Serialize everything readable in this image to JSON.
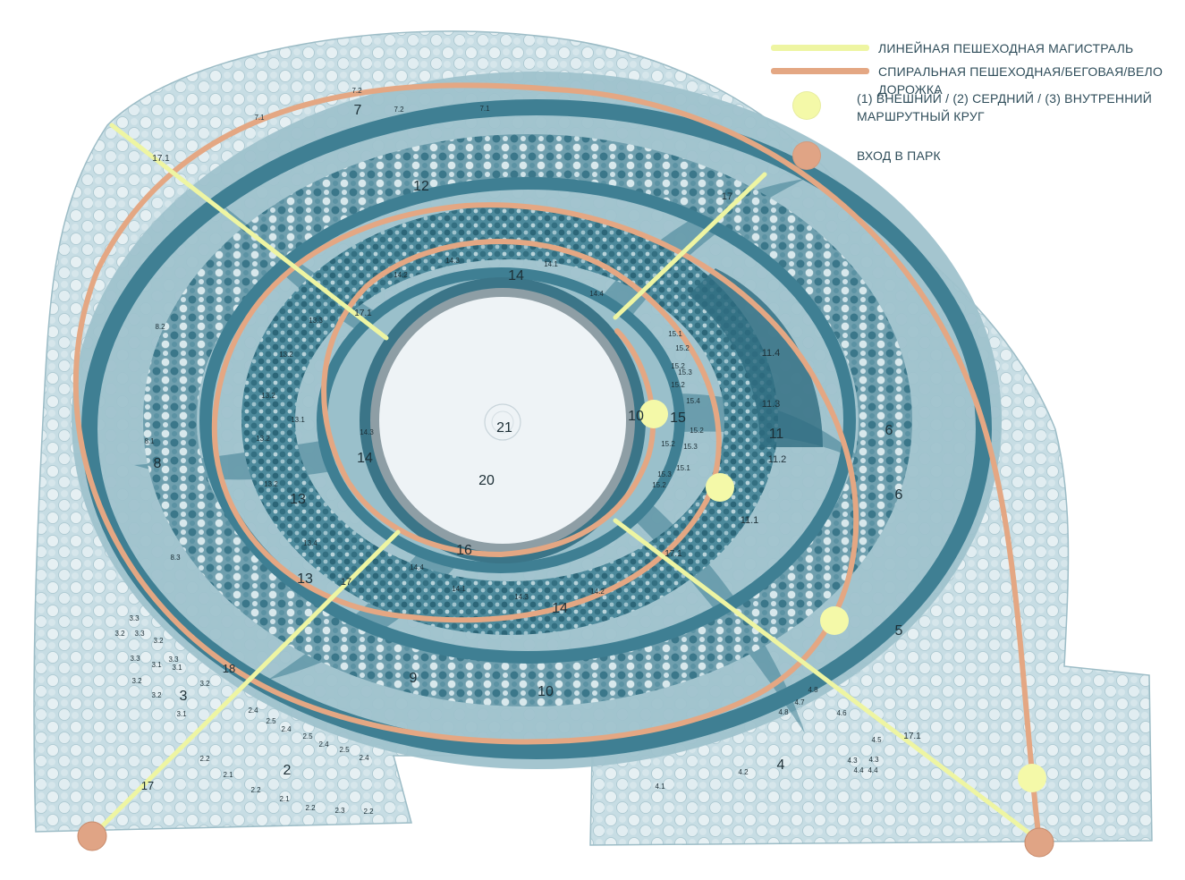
{
  "colors": {
    "background": "#ffffff",
    "park_light": "#a8c8d2",
    "park_mid": "#86b2c0",
    "band_dark": "#3f7f93",
    "band_darker": "#2e6b80",
    "tree_light": "#dbe9ee",
    "tree_dark": "#2f6f82",
    "spiral_path": "#e4a783",
    "linear_path": "#eef5a2",
    "route_circle": "#f4f9a8",
    "entrance": "#e0a485",
    "center_plaza": "#eef3f6",
    "center_ring": "#8a9aa1"
  },
  "legend": {
    "items": [
      {
        "id": "linear",
        "swatch": "line",
        "color": "#eef5a2",
        "lines": [
          "ЛИНЕЙНАЯ ПЕШЕХОДНАЯ МАГИСТРАЛЬ"
        ]
      },
      {
        "id": "spiral",
        "swatch": "line",
        "color": "#e4a783",
        "lines": [
          "СПИРАЛЬНАЯ ПЕШЕХОДНАЯ/БЕГОВАЯ/ВЕЛО ДОРОЖКА"
        ]
      },
      {
        "id": "route",
        "swatch": "dot",
        "color": "#f4f9a8",
        "lines": [
          "(1) ВНЕШНИЙ / (2) СЕРДНИЙ / (3) ВНУТРЕННИЙ",
          "МАРШРУТНЫЙ КРУГ"
        ]
      },
      {
        "id": "entrance",
        "swatch": "dot",
        "color": "#e0a485",
        "lines": [
          "ВХОД В ПАРК"
        ]
      }
    ]
  },
  "zones_large": [
    {
      "id": "z21",
      "text": "21"
    },
    {
      "id": "z20",
      "text": "20"
    },
    {
      "id": "z16",
      "text": "16"
    },
    {
      "id": "z14a",
      "text": "14"
    },
    {
      "id": "z14b",
      "text": "14"
    },
    {
      "id": "z14c",
      "text": "14"
    },
    {
      "id": "z15",
      "text": "15"
    },
    {
      "id": "z10a",
      "text": "10"
    },
    {
      "id": "z10b",
      "text": "10"
    },
    {
      "id": "z9",
      "text": "9"
    },
    {
      "id": "z13a",
      "text": "13"
    },
    {
      "id": "z13b",
      "text": "13"
    },
    {
      "id": "z12",
      "text": "12"
    },
    {
      "id": "z11",
      "text": "11"
    },
    {
      "id": "z7",
      "text": "7"
    },
    {
      "id": "z8",
      "text": "8"
    },
    {
      "id": "z6a",
      "text": "6"
    },
    {
      "id": "z6b",
      "text": "6"
    },
    {
      "id": "z5",
      "text": "5"
    },
    {
      "id": "z4",
      "text": "4"
    },
    {
      "id": "z3",
      "text": "3"
    },
    {
      "id": "z2",
      "text": "2"
    },
    {
      "id": "z17a",
      "text": "17"
    },
    {
      "id": "z17b",
      "text": "17"
    },
    {
      "id": "z17c",
      "text": "17"
    },
    {
      "id": "z18",
      "text": "18"
    }
  ],
  "zones_small": [
    {
      "id": "s7_1a",
      "text": "7.1"
    },
    {
      "id": "s7_2a",
      "text": "7.2"
    },
    {
      "id": "s7_2b",
      "text": "7.2"
    },
    {
      "id": "s7_1b",
      "text": "7.1"
    },
    {
      "id": "s8_2",
      "text": "8.2"
    },
    {
      "id": "s8_1",
      "text": "8.1"
    },
    {
      "id": "s8_3",
      "text": "8.3"
    },
    {
      "id": "s13_3",
      "text": "13.3"
    },
    {
      "id": "s13_2a",
      "text": "13.2"
    },
    {
      "id": "s13_2b",
      "text": "13.2"
    },
    {
      "id": "s13_1",
      "text": "13.1"
    },
    {
      "id": "s13_2c",
      "text": "13.2"
    },
    {
      "id": "s13_2d",
      "text": "13.2"
    },
    {
      "id": "s13_4",
      "text": "13.4"
    },
    {
      "id": "s14_2a",
      "text": "14.2"
    },
    {
      "id": "s14_3a",
      "text": "14.3"
    },
    {
      "id": "s14_1a",
      "text": "14.1"
    },
    {
      "id": "s14_4a",
      "text": "14.4"
    },
    {
      "id": "s14_3b",
      "text": "14.3"
    },
    {
      "id": "s14_4b",
      "text": "14.4"
    },
    {
      "id": "s14_1b",
      "text": "14.1"
    },
    {
      "id": "s14_3c",
      "text": "14.3"
    },
    {
      "id": "s14_2b",
      "text": "14.2"
    },
    {
      "id": "s15_1a",
      "text": "15.1"
    },
    {
      "id": "s15_2a",
      "text": "15.2"
    },
    {
      "id": "s15_2b",
      "text": "15.2"
    },
    {
      "id": "s15_3a",
      "text": "15.3"
    },
    {
      "id": "s15_2c",
      "text": "15.2"
    },
    {
      "id": "s15_4",
      "text": "15.4"
    },
    {
      "id": "s15_2d",
      "text": "15.2"
    },
    {
      "id": "s15_2e",
      "text": "15.2"
    },
    {
      "id": "s15_3b",
      "text": "15.3"
    },
    {
      "id": "s15_1b",
      "text": "15.1"
    },
    {
      "id": "s15_3c",
      "text": "15.3"
    },
    {
      "id": "s15_2f",
      "text": "15.2"
    },
    {
      "id": "s11_4",
      "text": "11.4"
    },
    {
      "id": "s11_3",
      "text": "11.3"
    },
    {
      "id": "s11_2",
      "text": "11.2"
    },
    {
      "id": "s11_1",
      "text": "11.1"
    },
    {
      "id": "s17_1a",
      "text": "17.1"
    },
    {
      "id": "s17_1b",
      "text": "17.1"
    },
    {
      "id": "s17_1c",
      "text": "17.1"
    },
    {
      "id": "s17_1d",
      "text": "17.1"
    },
    {
      "id": "s4_8a",
      "text": "4.8"
    },
    {
      "id": "s4_7",
      "text": "4.7"
    },
    {
      "id": "s4_8b",
      "text": "4.8"
    },
    {
      "id": "s4_6",
      "text": "4.6"
    },
    {
      "id": "s4_5",
      "text": "4.5"
    },
    {
      "id": "s4_3a",
      "text": "4.3"
    },
    {
      "id": "s4_3b",
      "text": "4.3"
    },
    {
      "id": "s4_4a",
      "text": "4.4"
    },
    {
      "id": "s4_4b",
      "text": "4.4"
    },
    {
      "id": "s4_2",
      "text": "4.2"
    },
    {
      "id": "s4_1",
      "text": "4.1"
    },
    {
      "id": "s3_3a",
      "text": "3.3"
    },
    {
      "id": "s3_2a",
      "text": "3.2"
    },
    {
      "id": "s3_3b",
      "text": "3.3"
    },
    {
      "id": "s3_2b",
      "text": "3.2"
    },
    {
      "id": "s3_3c",
      "text": "3.3"
    },
    {
      "id": "s3_1a",
      "text": "3.1"
    },
    {
      "id": "s3_3d",
      "text": "3.3"
    },
    {
      "id": "s3_2c",
      "text": "3.2"
    },
    {
      "id": "s3_2d",
      "text": "3.2"
    },
    {
      "id": "s3_1b",
      "text": "3.1"
    },
    {
      "id": "s3_1c",
      "text": "3.1"
    },
    {
      "id": "s3_2e",
      "text": "3.2"
    },
    {
      "id": "s2_4a",
      "text": "2.4"
    },
    {
      "id": "s2_5a",
      "text": "2.5"
    },
    {
      "id": "s2_4b",
      "text": "2.4"
    },
    {
      "id": "s2_5b",
      "text": "2.5"
    },
    {
      "id": "s2_4c",
      "text": "2.4"
    },
    {
      "id": "s2_5c",
      "text": "2.5"
    },
    {
      "id": "s2_4d",
      "text": "2.4"
    },
    {
      "id": "s2_2a",
      "text": "2.2"
    },
    {
      "id": "s2_1a",
      "text": "2.1"
    },
    {
      "id": "s2_2b",
      "text": "2.2"
    },
    {
      "id": "s2_1b",
      "text": "2.1"
    },
    {
      "id": "s2_2c",
      "text": "2.2"
    },
    {
      "id": "s2_3",
      "text": "2.3"
    },
    {
      "id": "s2_2d",
      "text": "2.2"
    }
  ]
}
